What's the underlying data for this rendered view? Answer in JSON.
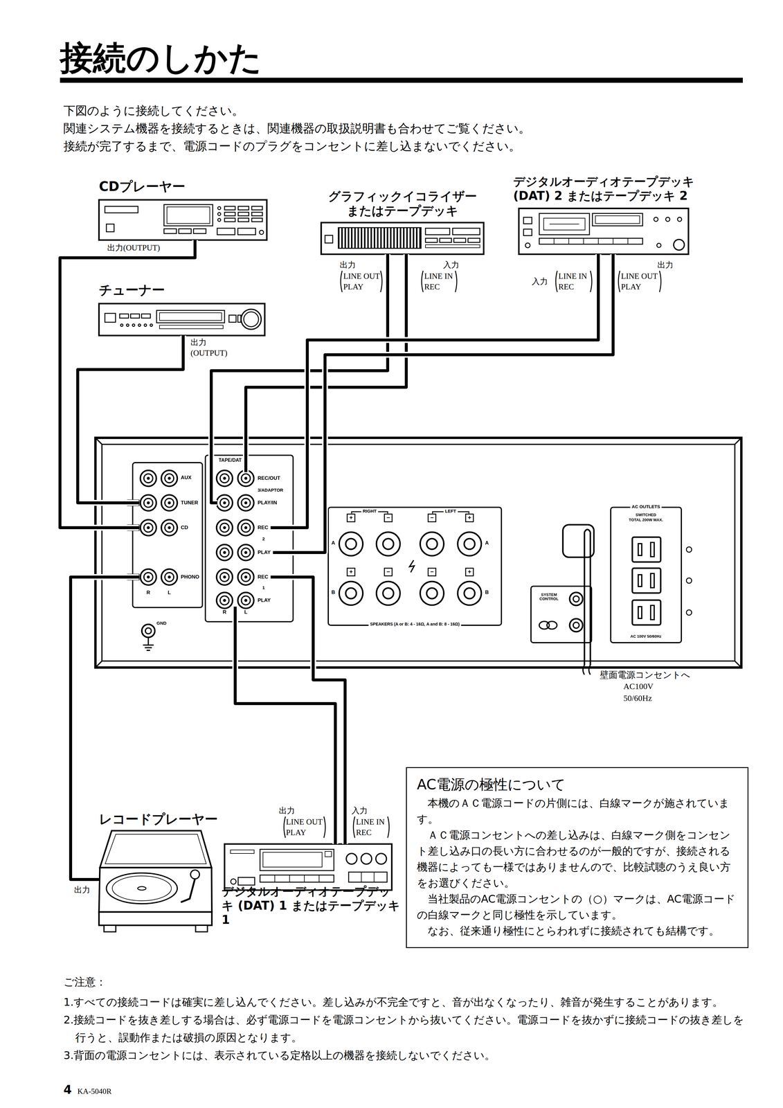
{
  "diagram": {
    "title": "接続のしかた",
    "nodes": [
      {
        "text": [
          "CDプレーヤー"
        ]
      },
      {
        "text": [
          "チューナー"
        ]
      },
      {
        "text": [
          "グラフィックイコライザー またはテープデッキ"
        ]
      },
      {
        "text": [
          "デジタルオーディオテープデッキ (DAT) 2 またはテープデッキ 2"
        ]
      },
      {
        "text": [
          "TUNER"
        ]
      },
      {
        "text": [
          "CD"
        ]
      },
      {
        "text": [
          "PHONO"
        ]
      },
      {
        "text": [
          "REC/OUT"
        ]
      },
      {
        "text": [
          "PLAY/IN"
        ]
      },
      {
        "text": [
          "REC"
        ]
      },
      {
        "text": [
          "PLAY"
        ]
      },
      {
        "text": [
          "REC"
        ]
      },
      {
        "text": [
          "PLAY"
        ]
      },
      {
        "text": [
          "レコードプレーヤー"
        ]
      },
      {
        "text": [
          "デジタルオーディオテープデッキ (DAT) 1 またはテープデッキ 1"
        ]
      },
      {
        "text": [
          "AC電源の極性について",
          "本機のＡＣ電源コードの片側には、白線マークが施されています。",
          "ＡＣ電源コンセントへの差し込みは、白線マーク側をコンセント差し込み口の長い方に合わせるのが一般的ですが、接続される機器によっても一様ではありませんので、比較試聴のうえ良い方をお選びください。",
          "当社製品のAC電源コンセントの（○）マークは、AC電源コードの白線マークと同じ極性を示しています。",
          "なお、従来通り極性にとらわれずに接続されても結構です。"
        ]
      }
    ],
    "edges": [
      {
        "from": 0,
        "to": 5,
        "arrow": "none"
      },
      {
        "from": 1,
        "to": 4,
        "arrow": "none"
      },
      {
        "from": 2,
        "to": 8,
        "arrow": "none"
      },
      {
        "from": 2,
        "to": 7,
        "arrow": "none"
      },
      {
        "from": 3,
        "to": 9,
        "arrow": "none"
      },
      {
        "from": 3,
        "to": 10,
        "arrow": "none"
      },
      {
        "from": 13,
        "to": 6,
        "arrow": "none"
      },
      {
        "from": 11,
        "to": 14,
        "arrow": "none"
      },
      {
        "from": 12,
        "to": 14,
        "arrow": "none"
      }
    ],
    "labels": [
      "下図のように接続してください。",
      "関連システム機器を接続するときは、関連機器の取扱説明書も合わせてご覧ください。",
      "接続が完了するまで、電源コードのプラグをコンセントに差し込まないでください。",
      "出力(OUTPUT)",
      "出力",
      "(OUTPUT)",
      "出力",
      "LINE OUT",
      "PLAY",
      "入力",
      "LINE IN",
      "REC",
      "入力",
      "LINE IN",
      "REC",
      "出力",
      "LINE OUT",
      "PLAY",
      "AUX",
      "R",
      "L",
      "GND",
      "TAPE/DAT",
      "3/ADAPTOR",
      "2",
      "1",
      "R",
      "L",
      "RIGHT",
      "LEFT",
      "+",
      "−",
      "−",
      "+",
      "A",
      "A",
      "+",
      "−",
      "−",
      "+",
      "B",
      "B",
      "SPEAKERS (A or B: 4 - 16Ω, A and B: 8 - 16Ω)",
      "AC OUTLETS",
      "SWITCHED",
      "TOTAL 200W MAX.",
      "SYSTEM CONTROL",
      "AC 100V 50/60Hz",
      "壁面電源コンセントへ",
      "AC100V",
      "50/60Hz",
      "出力",
      "出力",
      "LINE OUT",
      "PLAY",
      "入力",
      "LINE IN",
      "REC",
      "ご注意：",
      "1.すべての接続コードは確実に差し込んでください。差し込みが不完全ですと、音が出なくなったり、雑音が発生することがあります。",
      "2.接続コードを抜き差しする場合は、必ず電源コードを電源コンセントから抜いてください。電源コードを抜かずに接続コードの抜き差しを行うと、誤動作または破損の原因となります。",
      "3.背面の電源コンセントには、表示されている定格以上の機器を接続しないでください。",
      "4",
      "KA-5040R"
    ]
  }
}
